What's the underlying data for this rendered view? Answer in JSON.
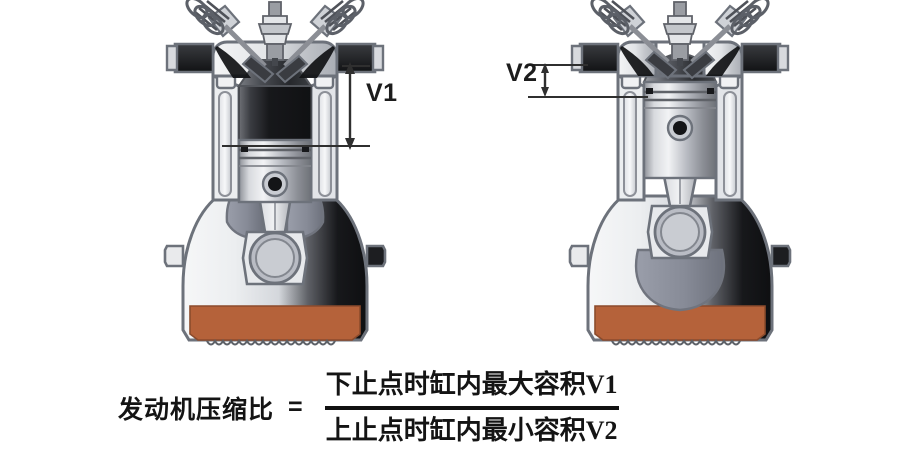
{
  "diagram": {
    "title_semantic": "engine-compression-ratio-diagram",
    "engines": [
      {
        "id": "left",
        "state_label": "bottom-dead-center",
        "dimension_label": "V1",
        "volume_description": "maximum cylinder volume at bottom dead center",
        "chamber_color": "#1b1b1e",
        "piston_color": "#b9bcc4",
        "oil_color": "#b5623a",
        "casing_color": "#e9eaec",
        "outline_color": "#6d727b"
      },
      {
        "id": "right",
        "state_label": "top-dead-center",
        "dimension_label": "V2",
        "volume_description": "minimum cylinder volume at top dead center",
        "chamber_color": "#1b1b1e",
        "piston_color": "#b9bcc4",
        "oil_color": "#b5623a",
        "casing_color": "#e9eaec",
        "outline_color": "#6d727b"
      }
    ],
    "parts": {
      "spark_plug": "spark-plug",
      "intake_valve": "intake-valve",
      "exhaust_valve": "exhaust-valve",
      "valve_spring": "valve-spring",
      "cylinder_head": "cylinder-head",
      "combustion_chamber": "combustion-chamber",
      "piston": "piston",
      "connecting_rod": "connecting-rod",
      "crankshaft": "crankshaft",
      "crankcase": "crankcase",
      "oil_pan": "oil-pan"
    }
  },
  "formula": {
    "lhs": "发动机压缩比",
    "equals": "=",
    "numerator": "下止点时缸内最大容积V1",
    "denominator": "上止点时缸内最小容积V2"
  },
  "colors": {
    "background": "#ffffff",
    "text": "#141414",
    "dimension_line": "#3c3c3c",
    "oil": "#b5623a",
    "metal_light": "#f2f3f4",
    "metal_mid": "#b9bcc4",
    "metal_dark": "#1b1b1e",
    "outline": "#6d727b"
  }
}
